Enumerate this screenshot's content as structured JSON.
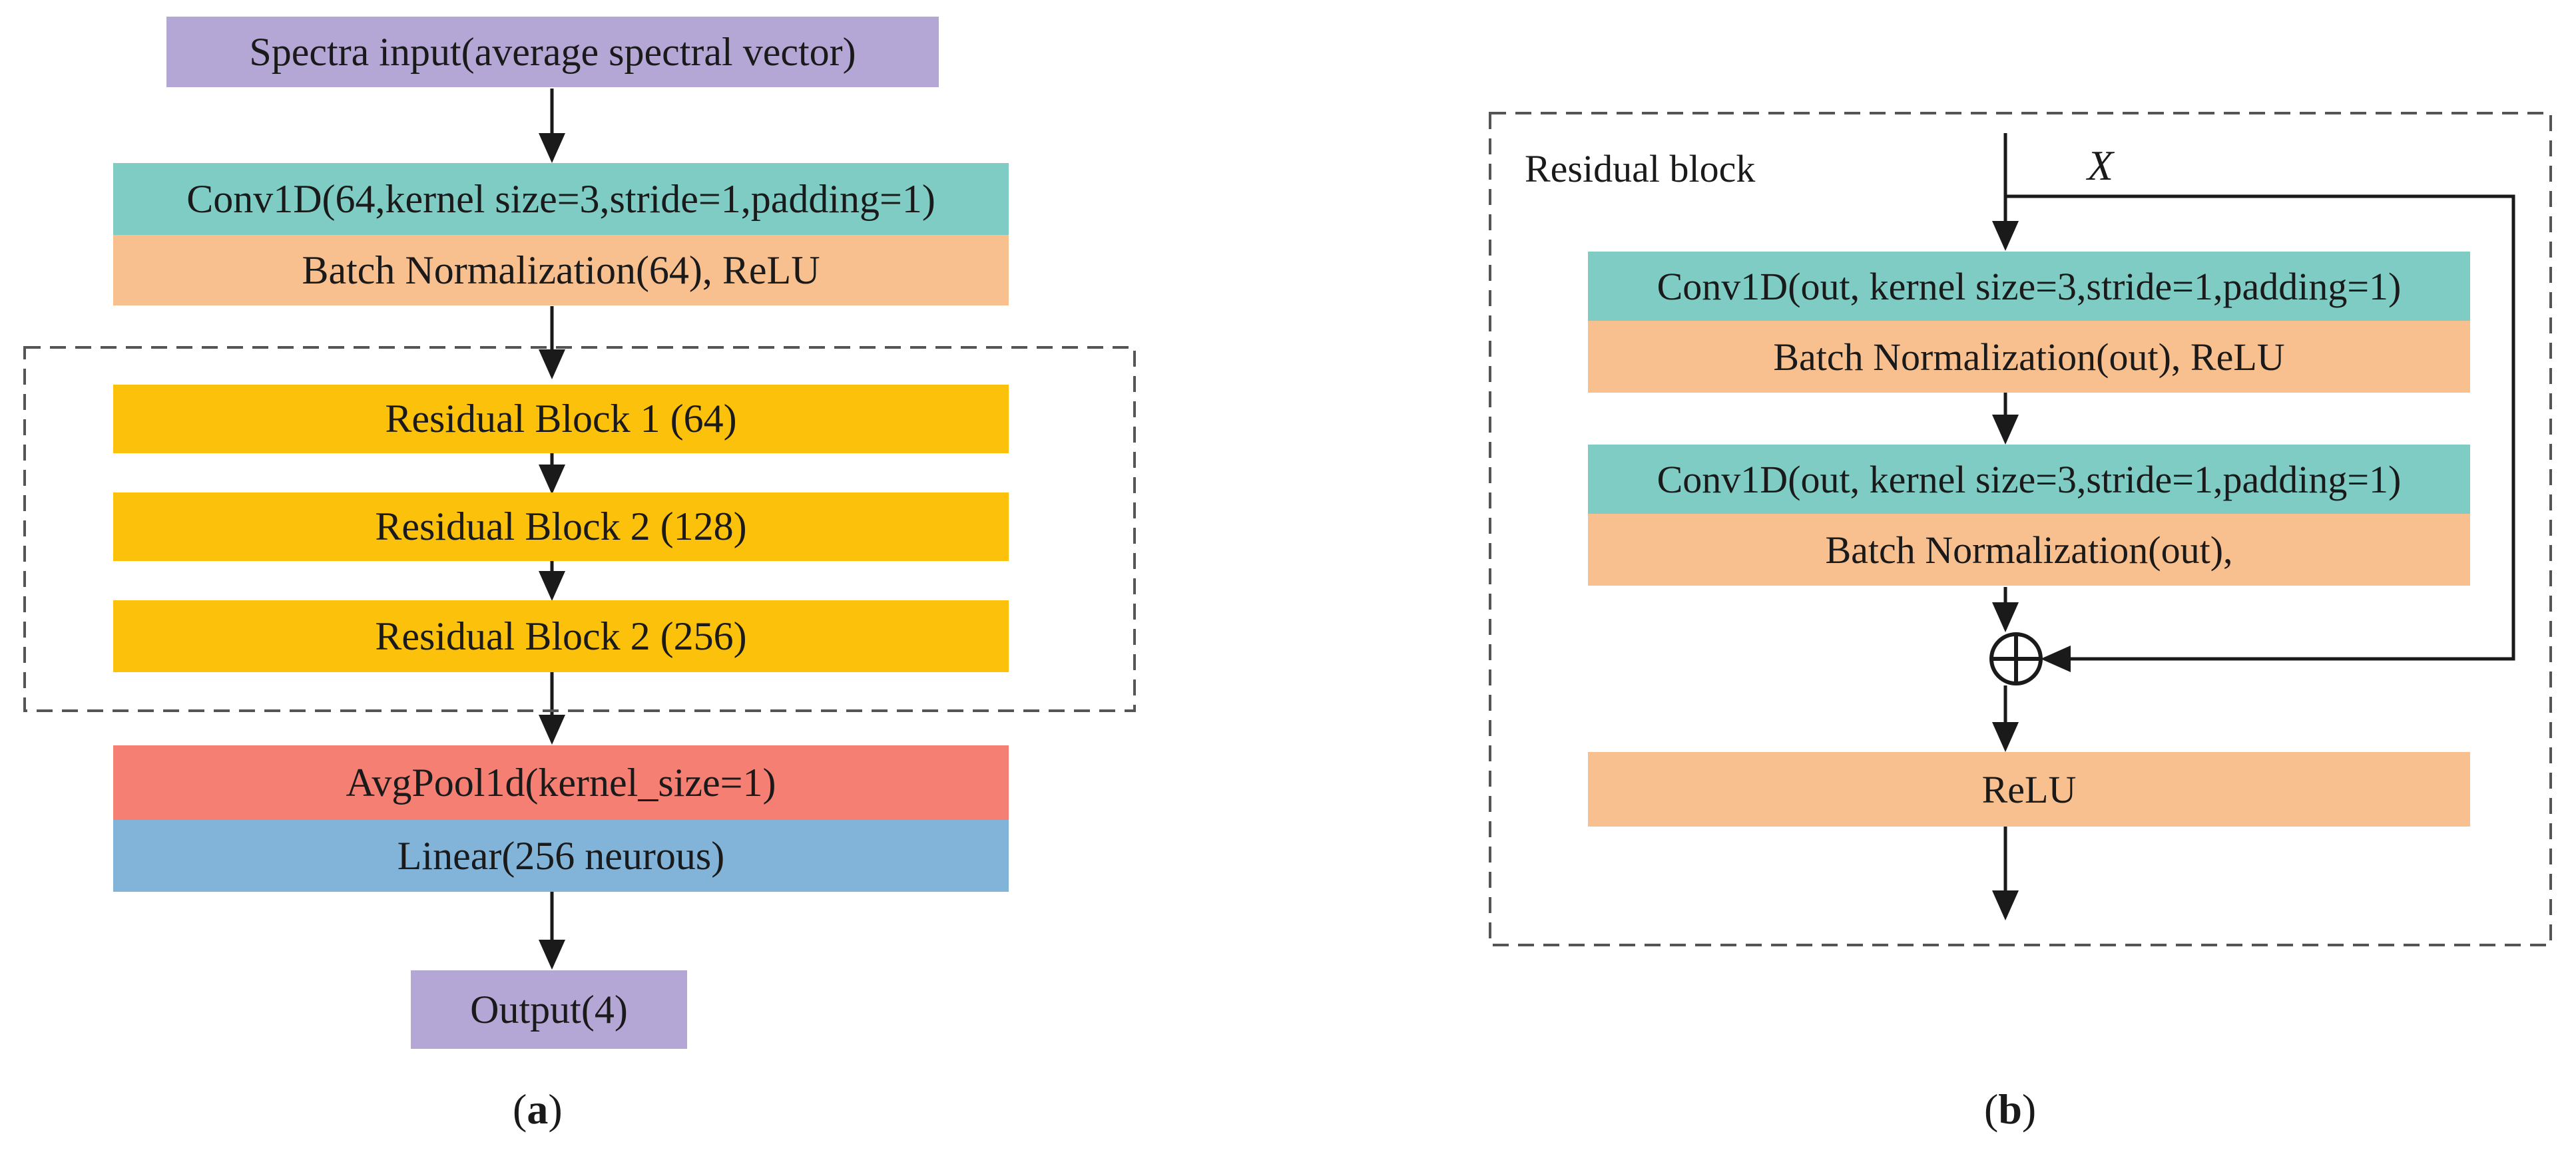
{
  "panel_a": {
    "input": "Spectra input(average spectral vector)",
    "conv": "Conv1D(64,kernel size=3,stride=1,padding=1)",
    "bn": "Batch Normalization(64), ReLU",
    "res1": "Residual Block 1 (64)",
    "res2": "Residual Block 2 (128)",
    "res3": "Residual Block 2 (256)",
    "pool": "AvgPool1d(kernel_size=1)",
    "linear": "Linear(256 neurous)",
    "output": "Output(4)",
    "caption_letter": "a"
  },
  "panel_b": {
    "title": "Residual block",
    "skip_label": "X",
    "conv1": "Conv1D(out, kernel size=3,stride=1,padding=1)",
    "bn1": "Batch Normalization(out), ReLU",
    "conv2": "Conv1D(out, kernel size=3,stride=1,padding=1)",
    "bn2": "Batch Normalization(out),",
    "relu": "ReLU",
    "caption_letter": "b"
  },
  "colors": {
    "io": "#b4a7d6",
    "conv": "#7fccc5",
    "batchnorm": "#f9c08f",
    "residual": "#fcc10b",
    "pool": "#f47f72",
    "linear": "#82b3d8"
  }
}
